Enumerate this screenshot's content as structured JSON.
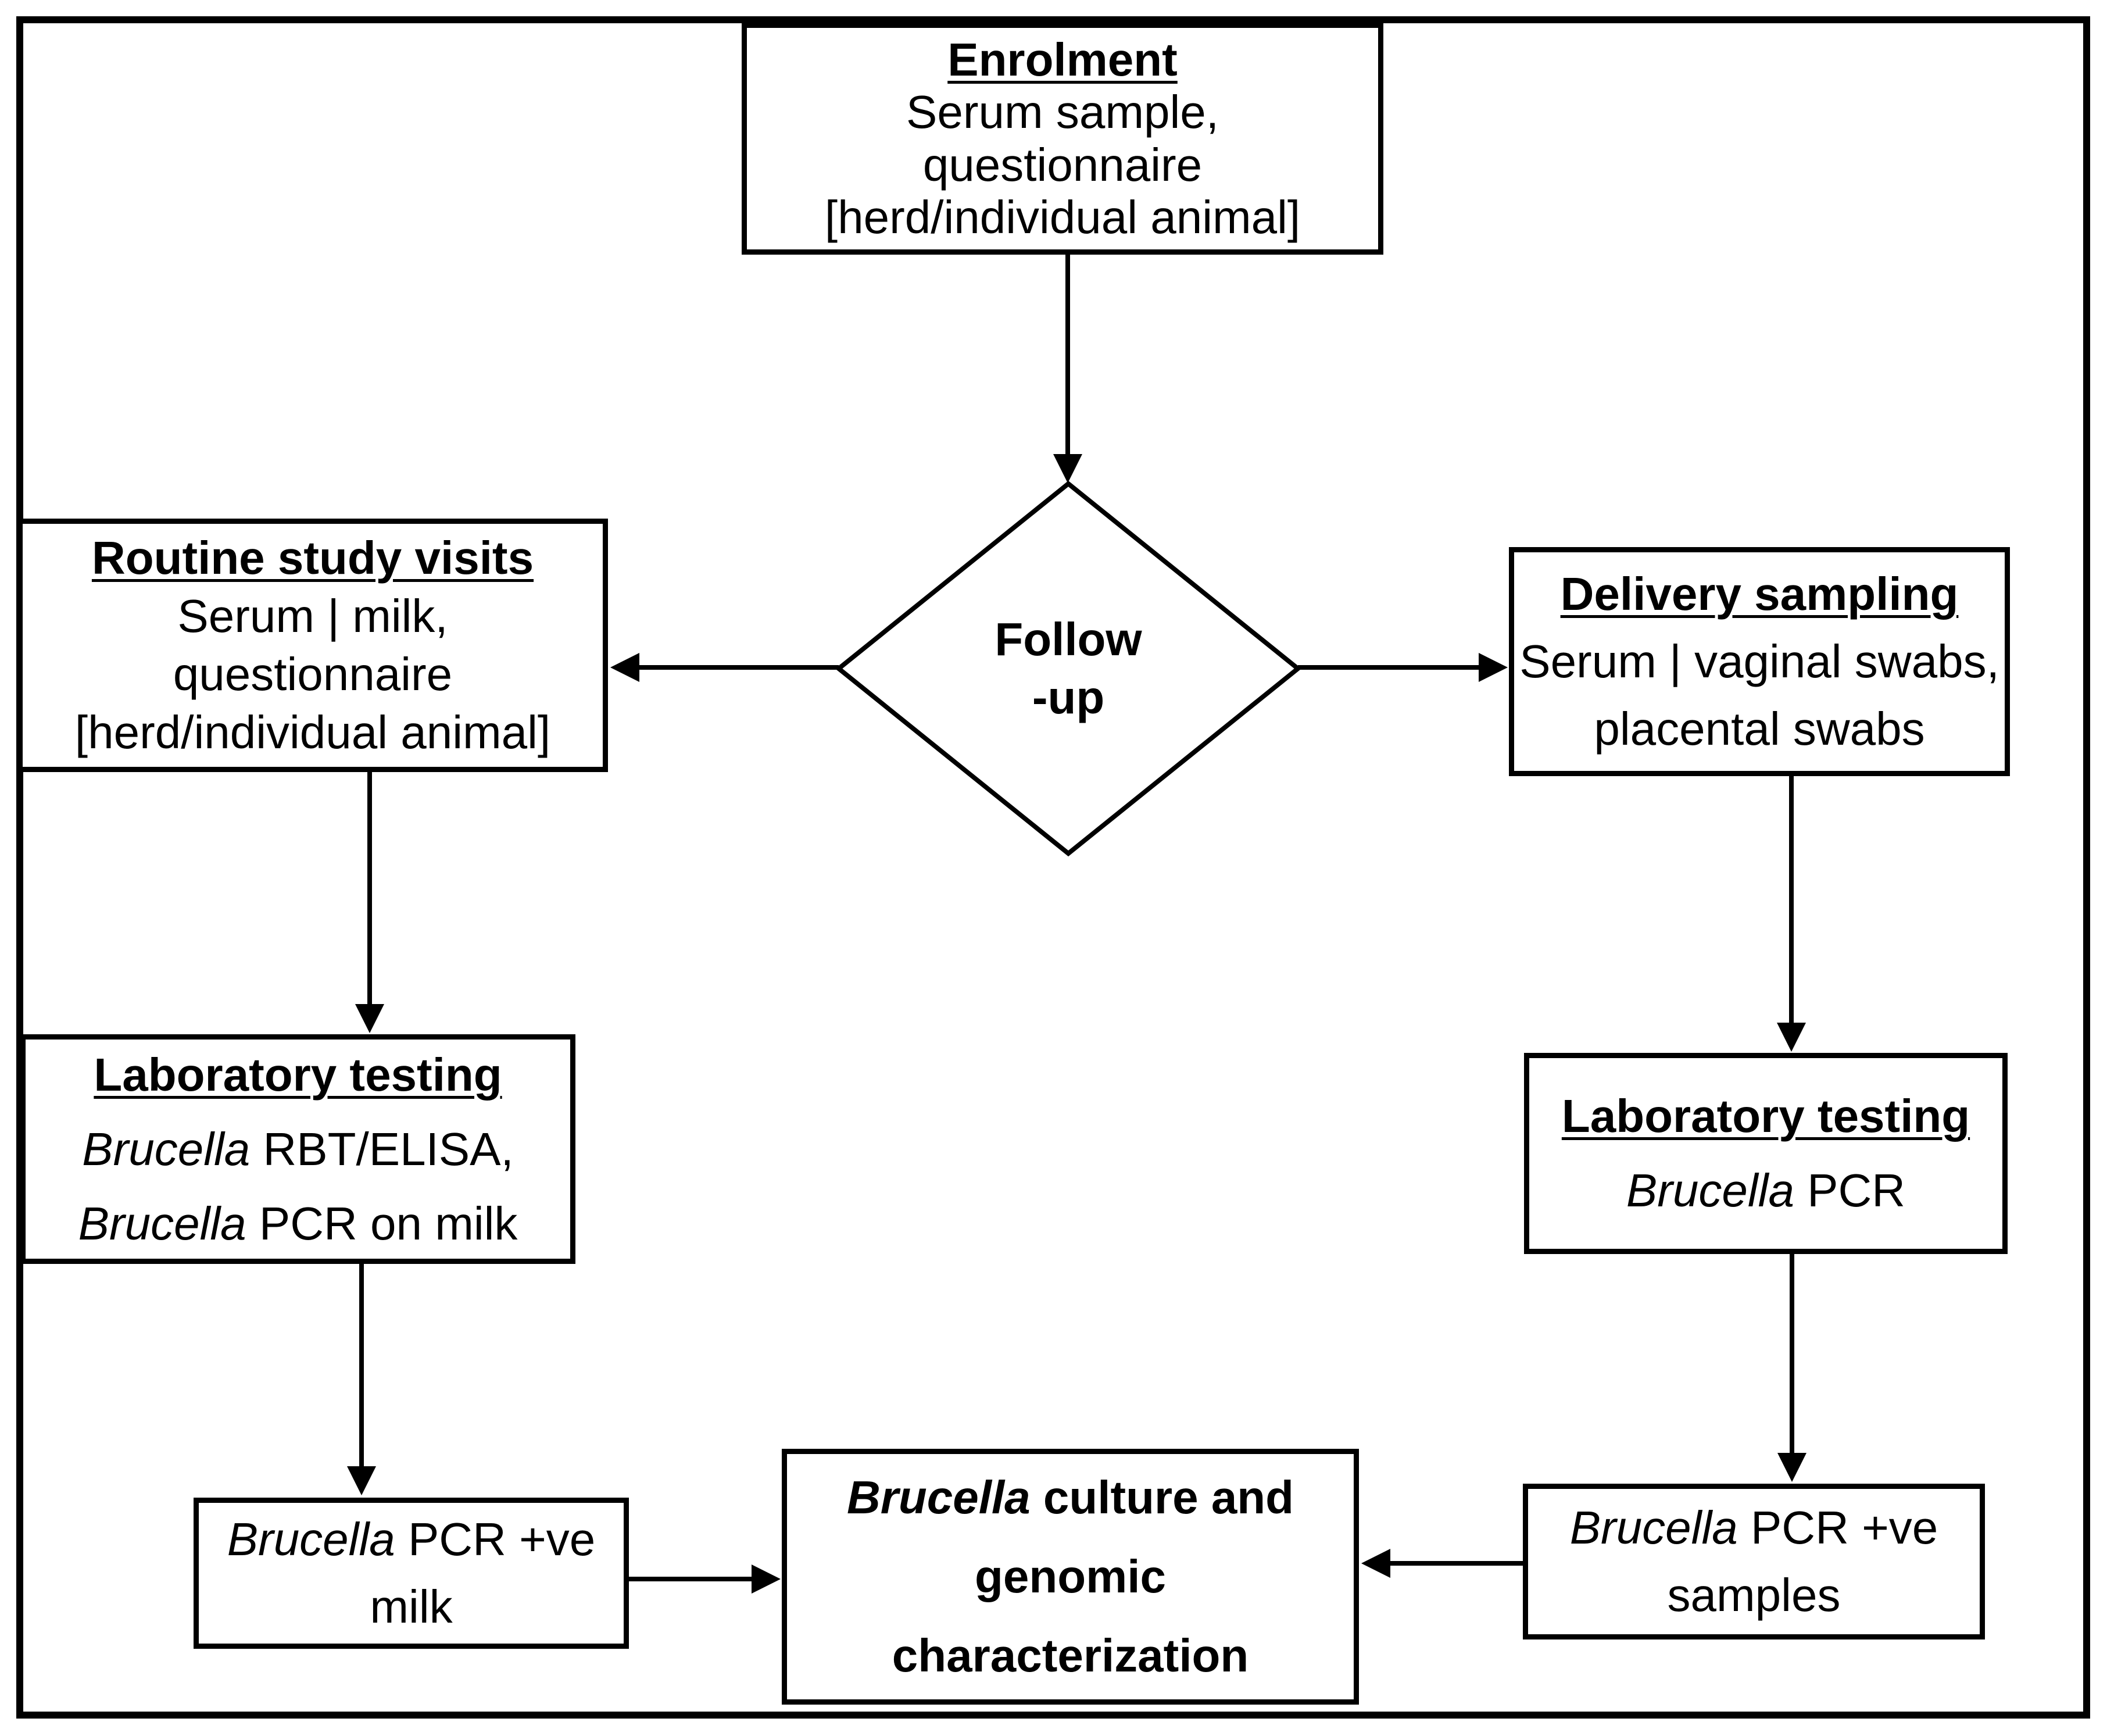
{
  "colors": {
    "stroke": "#000000",
    "background": "#ffffff"
  },
  "nodes": {
    "enrolment": {
      "title": "Enrolment",
      "line1": "Serum sample,",
      "line2": "questionnaire",
      "line3": "[herd/individual animal]"
    },
    "follow_up": {
      "line1": "Follow",
      "line2": "-up"
    },
    "routine_visits": {
      "title": "Routine study visits",
      "line1": "Serum | milk,",
      "line2": "questionnaire",
      "line3": "[herd/individual animal]"
    },
    "delivery_sampling": {
      "title": "Delivery sampling",
      "line1": "Serum | vaginal swabs,",
      "line2": "placental swabs"
    },
    "lab_testing_left": {
      "title": "Laboratory testing",
      "line1_italic": "Brucella",
      "line1_rest": " RBT/ELISA,",
      "line2_italic": "Brucella",
      "line2_rest": " PCR on milk"
    },
    "lab_testing_right": {
      "title": "Laboratory testing",
      "line1_italic": "Brucella",
      "line1_rest": " PCR"
    },
    "pcr_milk": {
      "line1_italic": "Brucella",
      "line1_rest": " PCR +ve",
      "line2": "milk"
    },
    "culture": {
      "line1_italic": "Brucella",
      "line1_rest": " culture and",
      "line2": "genomic",
      "line3": "characterization"
    },
    "pcr_samples": {
      "line1_italic": "Brucella",
      "line1_rest": " PCR +ve",
      "line2": "samples"
    }
  }
}
